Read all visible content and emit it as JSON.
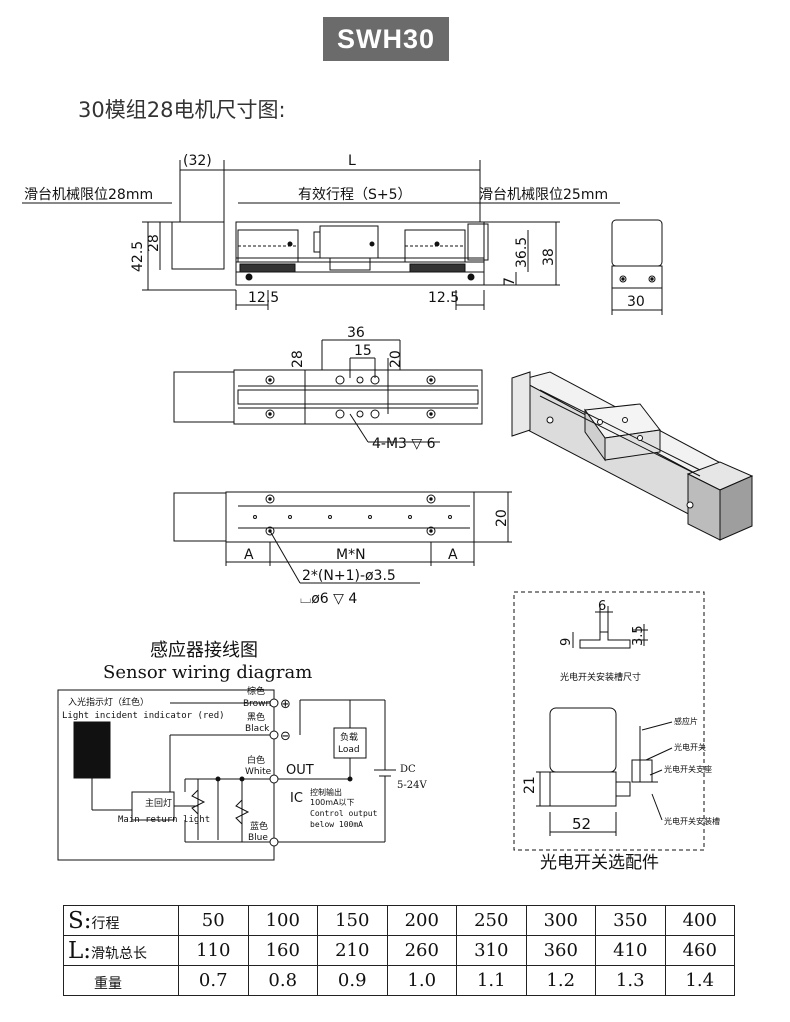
{
  "badge": "SWH30",
  "heading": "30模组28电机尺寸图:",
  "side_view": {
    "dim_32": "(32)",
    "dim_L": "L",
    "limit_left": "滑台机械限位28mm",
    "effective_stroke": "有效行程（S+5）",
    "limit_right": "滑台机械限位25mm",
    "dim_42_5": "42.5",
    "dim_28": "28",
    "dim_36_5": "36.5",
    "dim_38": "38",
    "dim_7": "7",
    "dim_12_5_left": "12.5",
    "dim_12_5_right": "12.5"
  },
  "end_view": {
    "dim_30": "30"
  },
  "top_view": {
    "dim_36": "36",
    "dim_15": "15",
    "dim_28": "28",
    "dim_20": "20",
    "thread": "4-M3 ▽ 6"
  },
  "bottom_view": {
    "dim_20": "20",
    "dim_A_left": "A",
    "dim_MN": "M*N",
    "dim_A_right": "A",
    "holes": "2*(N+1)-ø3.5",
    "counterbore": "⌴ø6 ▽ 4"
  },
  "wiring": {
    "title_cn": "感应器接线图",
    "title_en": "Sensor wiring diagram",
    "incident_cn": "入光指示灯（红色）",
    "incident_en": "Light incident indicator (red)",
    "main_light_cn": "主回灯",
    "main_light_en": "Main return light",
    "brown_cn": "棕色",
    "brown_en": "Brown",
    "black_cn": "黑色",
    "black_en": "Black",
    "white_cn": "白色",
    "white_en": "White",
    "blue_cn": "蓝色",
    "blue_en": "Blue",
    "plus": "⊕",
    "minus": "⊖",
    "out": "OUT",
    "ic": "IC",
    "load_cn": "负载",
    "load_en": "Load",
    "dc": "DC",
    "voltage": "5-24V",
    "ctrl_cn": "控制输出",
    "ctrl_cn2": "100mA以下",
    "ctrl_en": "Control output",
    "ctrl_en2": "below 100mA"
  },
  "photo_switch": {
    "slot_caption": "光电开关安装槽尺寸",
    "dim_6": "6",
    "dim_9": "9",
    "dim_3_5": "3.5",
    "label_sensor_plate": "感应片",
    "label_switch": "光电开关",
    "label_bracket": "光电开关支座",
    "label_slot": "光电开关安装槽",
    "dim_21": "21",
    "dim_52": "52",
    "caption": "光电开关选配件"
  },
  "spec_table": {
    "rows": [
      {
        "key": "S:",
        "label": "行程",
        "values": [
          "50",
          "100",
          "150",
          "200",
          "250",
          "300",
          "350",
          "400"
        ]
      },
      {
        "key": "L:",
        "label": "滑轨总长",
        "values": [
          "110",
          "160",
          "210",
          "260",
          "310",
          "360",
          "410",
          "460"
        ]
      },
      {
        "key": "",
        "label": "重量",
        "values": [
          "0.7",
          "0.8",
          "0.9",
          "1.0",
          "1.1",
          "1.2",
          "1.3",
          "1.4"
        ]
      }
    ]
  }
}
